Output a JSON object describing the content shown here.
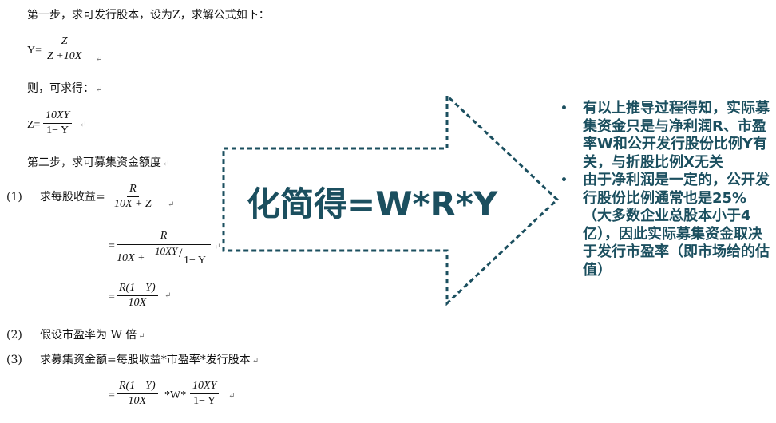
{
  "left": {
    "step1": "第一步，求可发行股本，设为Z，求解公式如下：",
    "eq1_lhs": "Y=",
    "eq1_num": "Z",
    "eq1_den": "Z +10X",
    "then": "则，可求得：",
    "eq2_lhs": "Z=",
    "eq2_num": "10XY",
    "eq2_den": "1− Y",
    "step2": "第二步，求可募集资金额度",
    "item1_no": "(1)",
    "item1_label": "求每股收益=",
    "item1_num": "R",
    "item1_den": "10X + Z",
    "item1b_num": "R",
    "item1b_den_a": "10X +",
    "item1b_den_b": "10XY",
    "item1b_den_c": "1− Y",
    "item1c_num": "R(1− Y)",
    "item1c_den": "10X",
    "item2_no": "(2)",
    "item2_label": "假设市盈率为 W 倍",
    "item3_no": "(3)",
    "item3_label": "求募集资金额=每股收益*市盈率*发行股本",
    "item3_num1": "R(1− Y)",
    "item3_den1": "10X",
    "item3_mid": "*W*",
    "item3_num2": "10XY",
    "item3_den2": "1− Y",
    "return_mark": "↵"
  },
  "arrow": {
    "text": "化简得=W*R*Y",
    "color": "#1b4f5f"
  },
  "bullets": [
    "有以上推导过程得知，实际募集资金只是与净利润R、市盈率W和公开发行股份比例Y有关，与折股比例X无关",
    "由于净利润是一定的，公开发行股份比例通常也是25%（大多数企业总股本小于4亿），因此实际募集资金取决于发行市盈率（即市场给的估值）"
  ],
  "bullet_glyph": "•"
}
